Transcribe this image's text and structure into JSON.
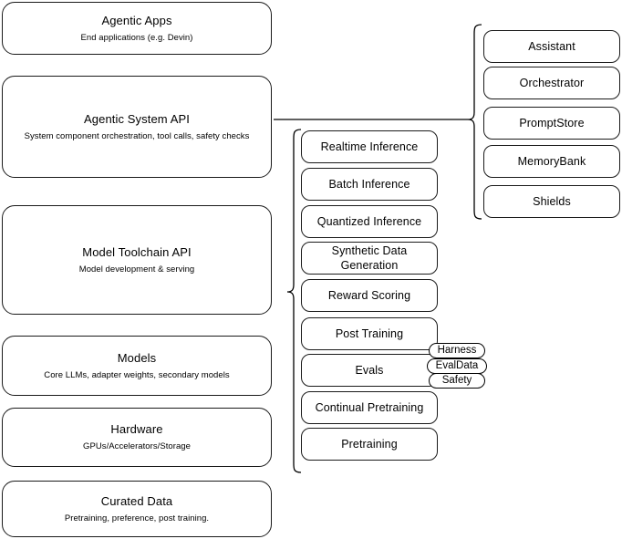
{
  "diagram": {
    "title": "AI stack layered architecture",
    "stroke_color": "#1a1a1a",
    "background_color": "#ffffff"
  },
  "layers": [
    {
      "id": "agentic-apps",
      "title": "Agentic Apps",
      "subtitle": "End applications (e.g. Devin)"
    },
    {
      "id": "agentic-system-api",
      "title": "Agentic System API",
      "subtitle": "System component orchestration, tool calls, safety checks"
    },
    {
      "id": "model-toolchain-api",
      "title": "Model Toolchain API",
      "subtitle": "Model development & serving"
    },
    {
      "id": "models",
      "title": "Models",
      "subtitle": "Core LLMs, adapter weights, secondary models"
    },
    {
      "id": "hardware",
      "title": "Hardware",
      "subtitle": "GPUs/Accelerators/Storage"
    },
    {
      "id": "curated-data",
      "title": "Curated Data",
      "subtitle": "Pretraining, preference, post training."
    }
  ],
  "toolchain_capabilities": [
    {
      "id": "realtime-inference",
      "label": "Realtime Inference"
    },
    {
      "id": "batch-inference",
      "label": "Batch Inference"
    },
    {
      "id": "quantized-inference",
      "label": "Quantized Inference"
    },
    {
      "id": "synthetic-data-generation",
      "label": "Synthetic Data Generation"
    },
    {
      "id": "reward-scoring",
      "label": "Reward Scoring"
    },
    {
      "id": "post-training",
      "label": "Post Training"
    },
    {
      "id": "evals",
      "label": "Evals"
    },
    {
      "id": "continual-pretraining",
      "label": "Continual Pretraining"
    },
    {
      "id": "pretraining",
      "label": "Pretraining"
    }
  ],
  "evals_pills": [
    {
      "id": "harness",
      "label": "Harness"
    },
    {
      "id": "evaldata",
      "label": "EvalData"
    },
    {
      "id": "safety",
      "label": "Safety"
    }
  ],
  "system_components": [
    {
      "id": "assistant",
      "label": "Assistant"
    },
    {
      "id": "orchestrator",
      "label": "Orchestrator"
    },
    {
      "id": "promptstore",
      "label": "PromptStore"
    },
    {
      "id": "memorybank",
      "label": "MemoryBank"
    },
    {
      "id": "shields",
      "label": "Shields"
    }
  ]
}
